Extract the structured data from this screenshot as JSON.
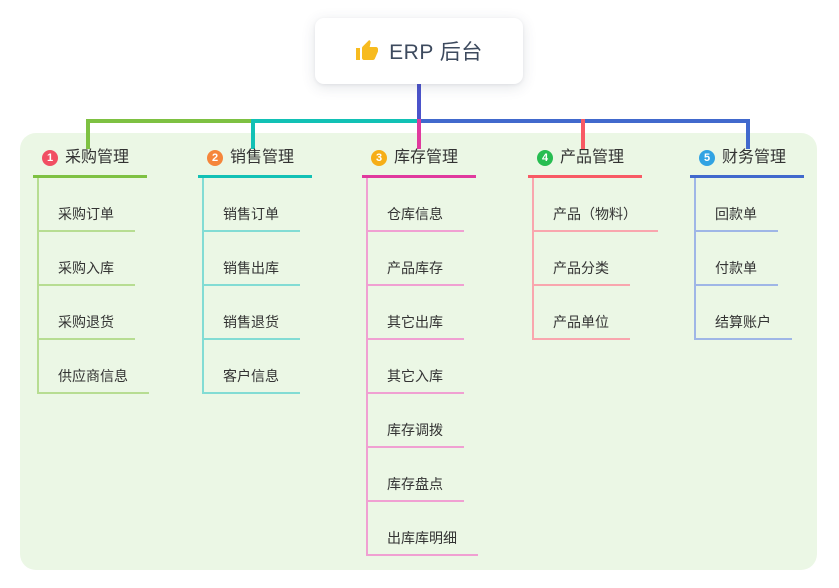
{
  "root": {
    "label": "ERP 后台",
    "icon": "thumbs-up-icon",
    "icon_color": "#f7bb1f"
  },
  "branches": [
    {
      "index": "1",
      "label": "采购管理",
      "badge_color": "#f14f63",
      "color": "#7ec142",
      "light_color": "#b7dd92",
      "children": [
        "采购订单",
        "采购入库",
        "采购退货",
        "供应商信息"
      ]
    },
    {
      "index": "2",
      "label": "销售管理",
      "badge_color": "#f5863b",
      "color": "#12c1b5",
      "light_color": "#82dcd4",
      "children": [
        "销售订单",
        "销售出库",
        "销售退货",
        "客户信息"
      ]
    },
    {
      "index": "3",
      "label": "库存管理",
      "badge_color": "#f6ae17",
      "color": "#e03a9e",
      "light_color": "#f0a0d2",
      "children": [
        "仓库信息",
        "产品库存",
        "其它出库",
        "其它入库",
        "库存调拨",
        "库存盘点",
        "出库库明细"
      ]
    },
    {
      "index": "4",
      "label": "产品管理",
      "badge_color": "#27bd51",
      "color": "#f85a65",
      "light_color": "#f9a6ae",
      "children": [
        "产品（物料）",
        "产品分类",
        "产品单位"
      ]
    },
    {
      "index": "5",
      "label": "财务管理",
      "badge_color": "#31a3e3",
      "color": "#4169cd",
      "light_color": "#9fb6e6",
      "children": [
        "回款单",
        "付款单",
        "结算账户"
      ]
    }
  ],
  "colors": {
    "root_stem": "#4b53cb",
    "panel_background": "#ebf7e5",
    "root_card_background": "#ffffff",
    "node_text": "#333333",
    "root_text": "#3d4a5e"
  }
}
